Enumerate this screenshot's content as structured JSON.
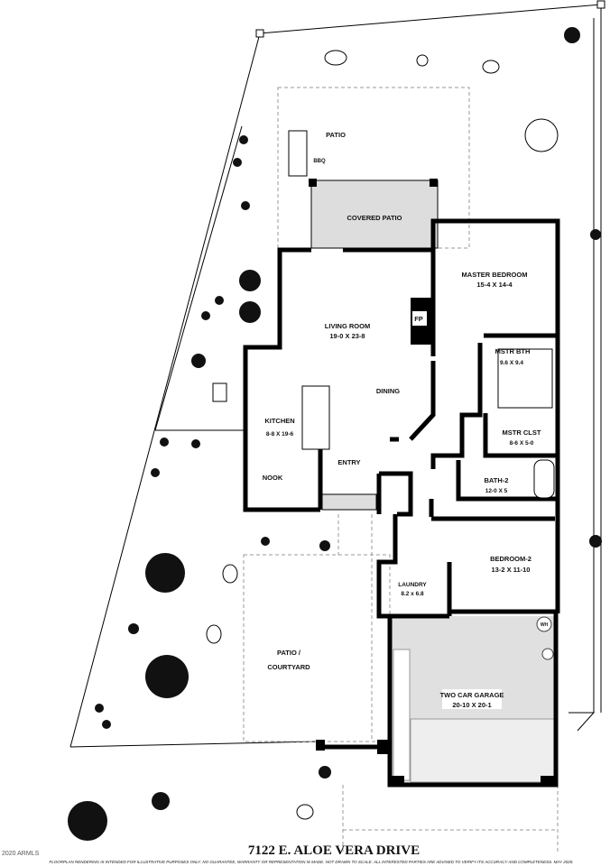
{
  "address": "7122 E. ALOE VERA DRIVE",
  "copyright": "2020 ARMLS",
  "disclaimer": "FLOORPLAN RENDERING IS INTENDED FOR ILLUSTRATIVE PURPOSES ONLY. NO GUARANTEE, WARRANTY OR REPRESENTATION IS MADE. NOT DRAWN TO SCALE. ALL INTERESTED PARTIES ARE ADVISED TO VERIFY ITS ACCURACY AND COMPLETENESS. MAY 2020.",
  "colors": {
    "wall": "#000000",
    "covered_area": "#dddddd",
    "garage": "#e0e0e0"
  },
  "rooms": {
    "patio": {
      "name": "PATIO"
    },
    "bbq": {
      "name": "BBQ"
    },
    "covered_patio": {
      "name": "COVERED PATIO"
    },
    "master_bedroom": {
      "name": "MASTER BEDROOM",
      "size": "15-4  X  14-4"
    },
    "living_room": {
      "name": "LIVING ROOM",
      "size": "19-0  X  23-8"
    },
    "fireplace": {
      "name": "FP"
    },
    "master_bath": {
      "name": "MSTR BTH",
      "size": "9.6 X 9.4"
    },
    "dining": {
      "name": "DINING"
    },
    "kitchen": {
      "name": "KITCHEN",
      "size": "8-8 X 19-6"
    },
    "master_closet": {
      "name": "MSTR CLST",
      "size": "8-6  X  5-0"
    },
    "entry": {
      "name": "ENTRY"
    },
    "nook": {
      "name": "NOOK"
    },
    "bath2": {
      "name": "BATH-2",
      "size": "12-0 X 5"
    },
    "bedroom2": {
      "name": "BEDROOM-2",
      "size": "13-2  X  11-10"
    },
    "laundry": {
      "name": "LAUNDRY",
      "size": "8.2 x 6.8"
    },
    "courtyard": {
      "name": "PATIO /",
      "name2": "COURTYARD"
    },
    "garage": {
      "name": "TWO CAR GARAGE",
      "size": "20-10  X  20-1"
    },
    "water_heater": {
      "name": "WH"
    }
  }
}
